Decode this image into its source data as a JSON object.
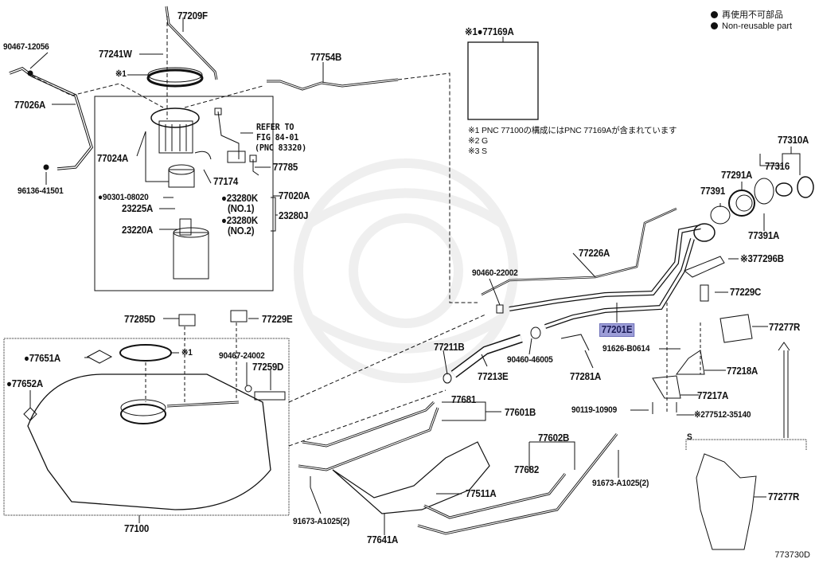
{
  "diagram": {
    "figure_number": "773730D",
    "legend": [
      {
        "icon": "filled-circle-icon",
        "text": "再使用不可部品"
      },
      {
        "icon": "filled-circle-icon",
        "text": "Non-reusable part"
      }
    ],
    "notes": [
      "※1 PNC 77100の構成にはPNC 77169Aが含まれています",
      "※2 G",
      "※3 S"
    ],
    "inset_section_label": "S",
    "labels": {
      "p77209F": "77209F",
      "p90467_12056": "90467-12056",
      "p77241W": "77241W",
      "mark1_top": "※1",
      "p77754B": "77754B",
      "p77026A": "77026A",
      "p77024A": "77024A",
      "refer": "REFER TO",
      "refer_fig": "FIG 84-01",
      "refer_pnc": "(PNC 83320)",
      "p77174": "77174",
      "p77785": "77785",
      "p96136_41501": "96136-41501",
      "p90301_08020": "●90301-08020",
      "p23225A": "23225A",
      "p23220A": "23220A",
      "p23280K_1": "●23280K",
      "no1": "(NO.1)",
      "p23280K_2": "●23280K",
      "no2": "(NO.2)",
      "p23280J": "23280J",
      "p77020A": "77020A",
      "p77169A": "※1●77169A",
      "p77310A": "77310A",
      "p77316": "77316",
      "p77291A": "77291A",
      "p77391": "77391",
      "p77391A": "77391A",
      "p77296B": "※377296B",
      "p77229C": "77229C",
      "p77226A": "77226A",
      "p90460_22002": "90460-22002",
      "p77201E": "77201E",
      "p91626_B0614": "91626-B0614",
      "p77277R_top": "77277R",
      "p77218A": "77218A",
      "p77217A": "77217A",
      "p90119_10909": "90119-10909",
      "p77512_35140": "※277512-35140",
      "p77285D": "77285D",
      "p77229E": "77229E",
      "p77651A": "●77651A",
      "mark1_tank": "※1",
      "p90467_24002": "90467-24002",
      "p77259D": "77259D",
      "p77652A": "●77652A",
      "p77211B": "77211B",
      "p77213E": "77213E",
      "p90460_46005": "90460-46005",
      "p77281A": "77281A",
      "p77681": "77681",
      "p77601B": "77601B",
      "p77602B": "77602B",
      "p77682": "77682",
      "p77511A": "77511A",
      "p91673_left": "91673-A1025(2)",
      "p91673_right": "91673-A1025(2)",
      "p77641A": "77641A",
      "p77100": "77100",
      "p77277R_bottom": "77277R"
    },
    "highlighted_part": "77201E",
    "highlight_color": "#9d9ed8"
  }
}
